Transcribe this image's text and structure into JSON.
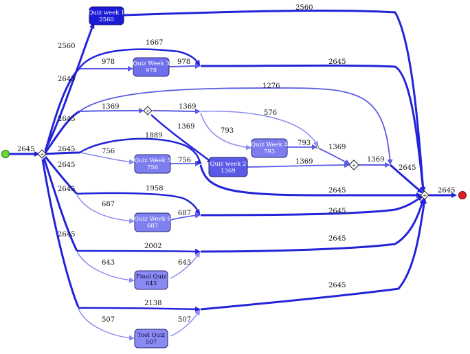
{
  "colors": {
    "strong": "#2323d8",
    "medium": "#5a5ae6",
    "light": "#8b8bf0",
    "node_dark": "#1b1bd6",
    "node_mid": "#6f6fee",
    "node_light": "#9a9af3",
    "start": "#66dd33",
    "end": "#e02020"
  },
  "nodes": {
    "quiz_week_1": {
      "name": "Quiz week 1",
      "count": "2560"
    },
    "quiz_week_3": {
      "name": "Quiz Week 3",
      "count": "978"
    },
    "quiz_week_4": {
      "name": "Quiz Week 4",
      "count": "793"
    },
    "quiz_week_5": {
      "name": "Quiz Week 5",
      "count": "756"
    },
    "quiz_week_2": {
      "name": "Quiz week 2",
      "count": "1369"
    },
    "quiz_week_6": {
      "name": "Quiz Week 6",
      "count": "687"
    },
    "final_quiz": {
      "name": "Final Quiz",
      "count": "643"
    },
    "tool_quiz": {
      "name": "Tool Quiz",
      "count": "507"
    }
  },
  "edge_labels": {
    "start_split": "2645",
    "to_qw1": "2560",
    "qw1_to_end": "2560",
    "branch_qw3": "2645",
    "qw3_in": "978",
    "qw3_out": "978",
    "qw3_skip": "1667",
    "qw3_to_end": "2645",
    "branch_1276": "2645",
    "skip_1276": "1276",
    "branch_1369": "2645",
    "to_gw1": "1369",
    "gw1_out": "1369",
    "gw1_to_qw2": "1369",
    "to_qw4": "793",
    "skip_576": "576",
    "qw4_out": "793",
    "small_to_gw2": "1369",
    "qw2_to_gw2": "1369",
    "gw2_out": "1369",
    "gw2_to_end": "2645",
    "branch_qw5": "2645",
    "qw5_in": "756",
    "qw5_out": "756",
    "qw5_skip": "1889",
    "qw5_to_end": "2645",
    "branch_qw6": "2645",
    "qw6_in": "687",
    "qw6_out": "687",
    "qw6_skip": "1958",
    "qw6_to_end": "2645",
    "branch_final": "2645",
    "final_in": "643",
    "final_out": "643",
    "final_skip": "2002",
    "final_to_end": "2645",
    "tool_in": "507",
    "tool_out": "507",
    "tool_skip": "2138",
    "tool_to_end": "2645",
    "end_out": "2645"
  }
}
